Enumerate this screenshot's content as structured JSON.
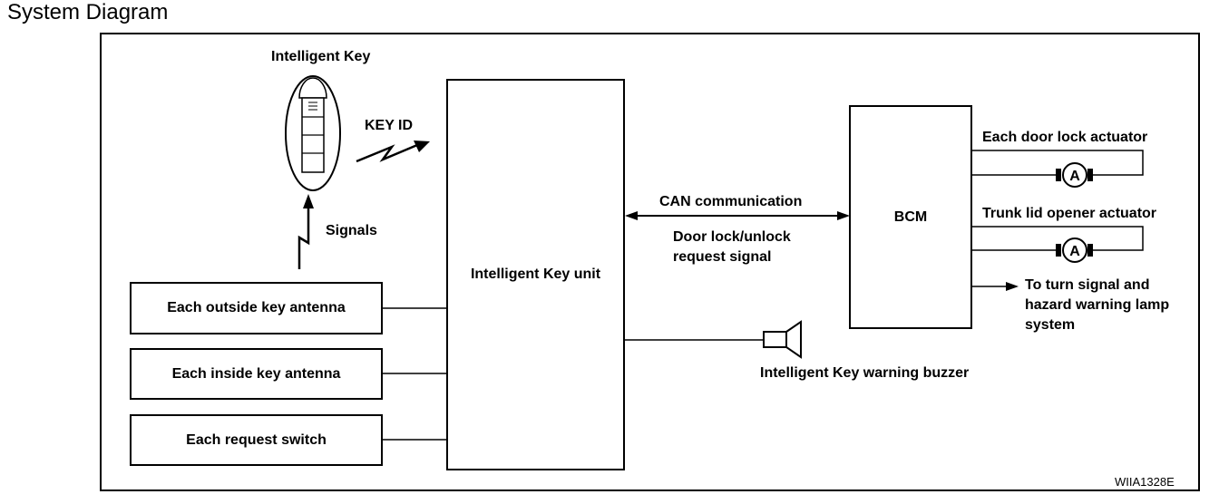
{
  "title": "System Diagram",
  "diagram_code": "WIIA1328E",
  "nodes": {
    "intelligent_key": "Intelligent Key",
    "intelligent_key_unit": "Intelligent Key unit",
    "bcm": "BCM",
    "outside_antenna": "Each outside key antenna",
    "inside_antenna": "Each inside key antenna",
    "request_switch": "Each request switch",
    "buzzer": "Intelligent Key warning buzzer",
    "door_lock_actuator": "Each door lock actuator",
    "trunk_actuator": "Trunk lid opener actuator",
    "turn_signal": "To turn signal and hazard warning lamp system"
  },
  "signals": {
    "key_id": "KEY ID",
    "signals": "Signals",
    "can": "CAN communication",
    "door_lock_request": "Door lock/unlock request signal"
  },
  "actuator_symbol": "A"
}
